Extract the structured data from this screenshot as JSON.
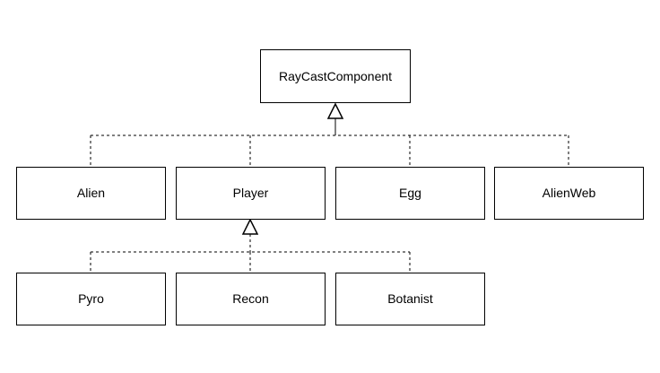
{
  "nodes": {
    "raycast": "RayCastComponent",
    "alien": "Alien",
    "player": "Player",
    "egg": "Egg",
    "alienweb": "AlienWeb",
    "pyro": "Pyro",
    "recon": "Recon",
    "botanist": "Botanist"
  },
  "relations": [
    {
      "type": "realization",
      "from": "Alien",
      "to": "RayCastComponent"
    },
    {
      "type": "realization",
      "from": "Player",
      "to": "RayCastComponent"
    },
    {
      "type": "realization",
      "from": "Egg",
      "to": "RayCastComponent"
    },
    {
      "type": "realization",
      "from": "AlienWeb",
      "to": "RayCastComponent"
    },
    {
      "type": "realization",
      "from": "Pyro",
      "to": "Player"
    },
    {
      "type": "realization",
      "from": "Recon",
      "to": "Player"
    },
    {
      "type": "realization",
      "from": "Botanist",
      "to": "Player"
    }
  ]
}
